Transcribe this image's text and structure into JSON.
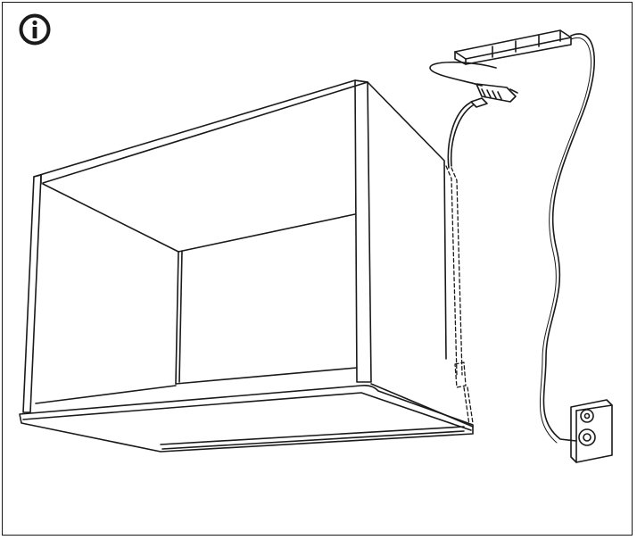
{
  "notice": {
    "icon": "info-icon",
    "meaning": "information"
  },
  "illustration": {
    "subject": "wall-cabinet-with-led-strip-lighting",
    "parts": [
      "cabinet-frame",
      "led-strip",
      "concealed-cable",
      "cable-connector",
      "distributor-hub",
      "power-driver",
      "power-cord",
      "wall-socket",
      "plug"
    ]
  },
  "colors": {
    "line": "#1a1a1a",
    "background": "#ffffff"
  }
}
